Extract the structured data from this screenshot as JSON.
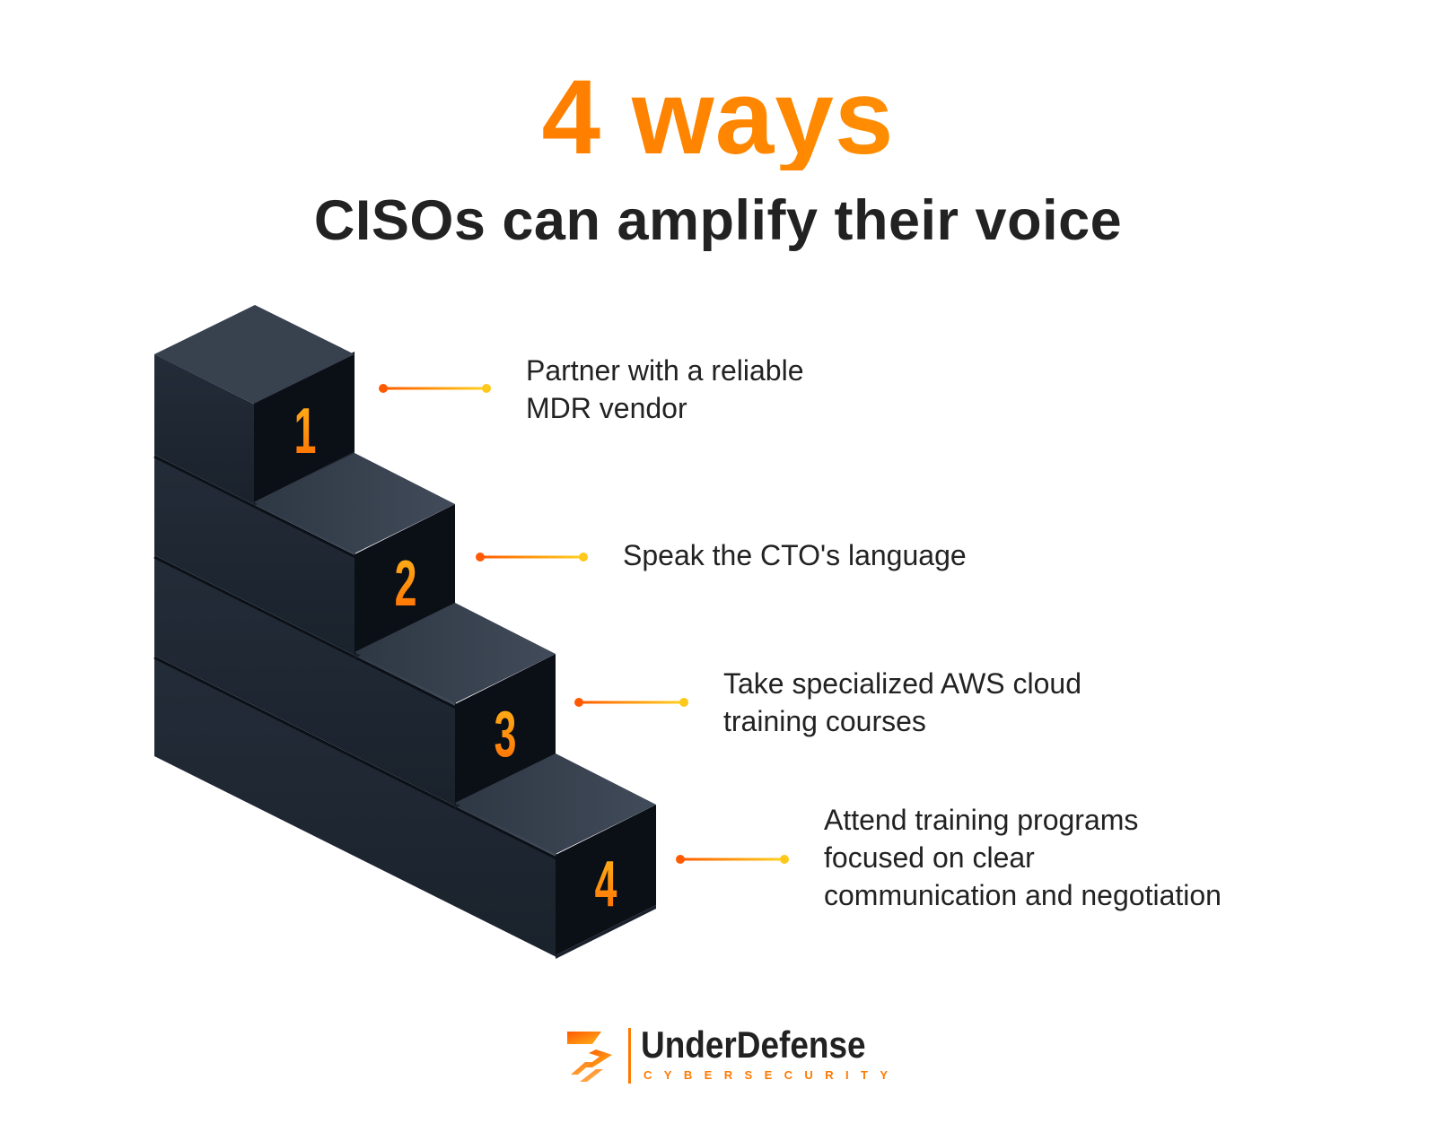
{
  "header": {
    "title": "4 ways",
    "subtitle": "CISOs can amplify their voice"
  },
  "steps": [
    {
      "number": "1",
      "lines": [
        "Partner with a reliable",
        "MDR vendor"
      ]
    },
    {
      "number": "2",
      "lines": [
        "Speak the CTO's language"
      ]
    },
    {
      "number": "3",
      "lines": [
        "Take specialized AWS cloud",
        "training courses"
      ]
    },
    {
      "number": "4",
      "lines": [
        "Attend training programs",
        "focused on clear",
        "communication and negotiation"
      ]
    }
  ],
  "logo": {
    "name": "UnderDefense",
    "tagline": "CYBERSECURITY"
  },
  "colors": {
    "accent": "#ff7a00",
    "accent_light": "#ffc21a",
    "block_top": "#3a4452",
    "block_front": "#1f2833",
    "block_side": "#0b0f16",
    "text": "#222222"
  }
}
